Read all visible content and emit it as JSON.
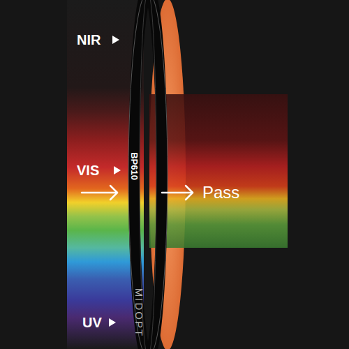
{
  "diagram": {
    "labels": [
      "NIR",
      "VIS",
      "UV",
      "BP610",
      "MIDOPT",
      "Pass"
    ]
  }
}
